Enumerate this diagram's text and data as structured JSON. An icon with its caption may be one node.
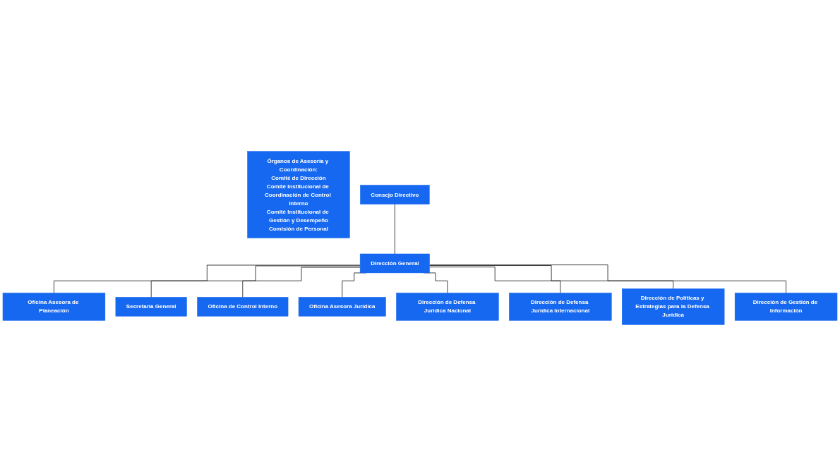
{
  "diagram": {
    "nodes": [
      {
        "text": [
          "Órganos de Asesoría y Coordinación:",
          "Comité de Dirección",
          "Comité Institucional de Coordinación de Control Interno",
          "Comité Institucional de Gestión y Desempeño",
          "Comisión de Personal"
        ]
      },
      {
        "text": [
          "Consejo Directivo"
        ]
      },
      {
        "text": [
          "Dirección General"
        ]
      },
      {
        "text": [
          "Oficina Asesora de Planeación"
        ]
      },
      {
        "text": [
          "Secretaría General"
        ]
      },
      {
        "text": [
          "Oficina de Control Interno"
        ]
      },
      {
        "text": [
          "Oficina Asesora Jurídica"
        ]
      },
      {
        "text": [
          "Dirección de Defensa Jurídica Nacional"
        ]
      },
      {
        "text": [
          "Dirección de Defensa Jurídica Internacional"
        ]
      },
      {
        "text": [
          "Dirección de Políticas y Estrategias para la Defensa Jurídica"
        ]
      },
      {
        "text": [
          "Dirección de Gestión de Información"
        ]
      }
    ],
    "edges": [
      {
        "from": 1,
        "to": 2,
        "arrow": "none"
      },
      {
        "from": 2,
        "to": 3,
        "arrow": "none"
      },
      {
        "from": 2,
        "to": 4,
        "arrow": "none"
      },
      {
        "from": 2,
        "to": 5,
        "arrow": "none"
      },
      {
        "from": 2,
        "to": 6,
        "arrow": "none"
      },
      {
        "from": 2,
        "to": 7,
        "arrow": "none"
      },
      {
        "from": 2,
        "to": 8,
        "arrow": "none"
      },
      {
        "from": 2,
        "to": 9,
        "arrow": "none"
      },
      {
        "from": 2,
        "to": 10,
        "arrow": "none"
      }
    ]
  }
}
